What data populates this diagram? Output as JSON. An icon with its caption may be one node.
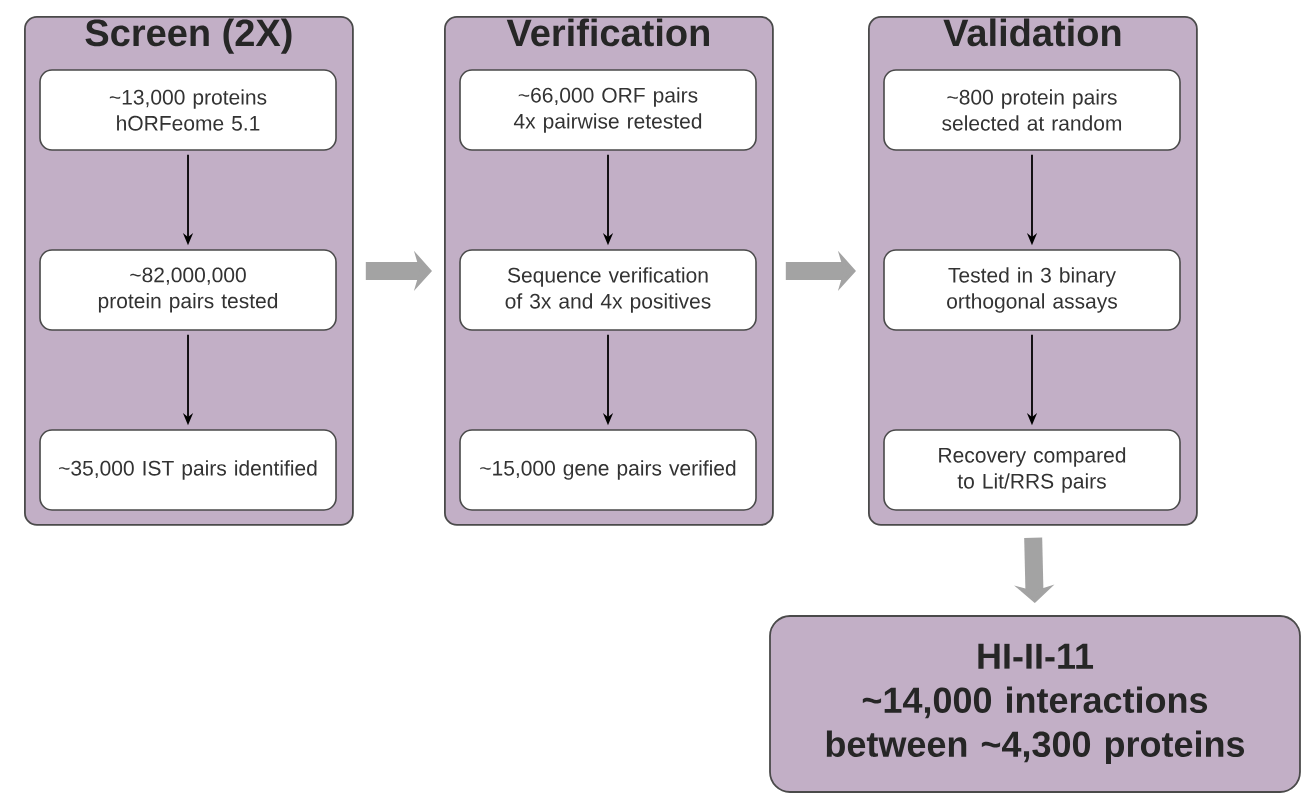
{
  "diagram": {
    "nodes": [
      {
        "text": [
          "Screen (2X)"
        ]
      },
      {
        "text": [
          "~13,000 proteins hORFeome 5.1"
        ],
        "in": 0
      },
      {
        "text": [
          "~82,000,000 protein pairs tested"
        ],
        "in": 0
      },
      {
        "text": [
          "~35,000 IST pairs identified"
        ],
        "in": 0
      },
      {
        "text": [
          "Verification"
        ]
      },
      {
        "text": [
          "~66,000 ORF pairs 4x pairwise retested"
        ],
        "in": 4
      },
      {
        "text": [
          "Sequence verification of 3x and 4x positives"
        ],
        "in": 4
      },
      {
        "text": [
          "~15,000 gene pairs verified"
        ],
        "in": 4
      },
      {
        "text": [
          "Validation"
        ]
      },
      {
        "text": [
          "~800 protein pairs selected at random"
        ],
        "in": 8
      },
      {
        "text": [
          "Tested in 3 binary orthogonal assays"
        ],
        "in": 8
      },
      {
        "text": [
          "Recovery compared to Lit/RRS pairs"
        ],
        "in": 8
      },
      {
        "text": [
          "HI-II-11",
          "~14,000 interactions between ~4,300 proteins"
        ]
      }
    ],
    "edges": [
      {
        "from": 1,
        "to": 2,
        "arrow": "to"
      },
      {
        "from": 2,
        "to": 3,
        "arrow": "to"
      },
      {
        "from": 5,
        "to": 6,
        "arrow": "to"
      },
      {
        "from": 6,
        "to": 7,
        "arrow": "to"
      },
      {
        "from": 9,
        "to": 10,
        "arrow": "to"
      },
      {
        "from": 10,
        "to": 11,
        "arrow": "to"
      },
      {
        "from": 0,
        "to": 4,
        "arrow": "to",
        "style": "thick",
        "color": "#a3a3a3"
      },
      {
        "from": 4,
        "to": 8,
        "arrow": "to",
        "style": "thick",
        "color": "#a3a3a3"
      },
      {
        "from": 8,
        "to": 12,
        "arrow": "to",
        "style": "thick",
        "color": "#a3a3a3"
      }
    ]
  }
}
